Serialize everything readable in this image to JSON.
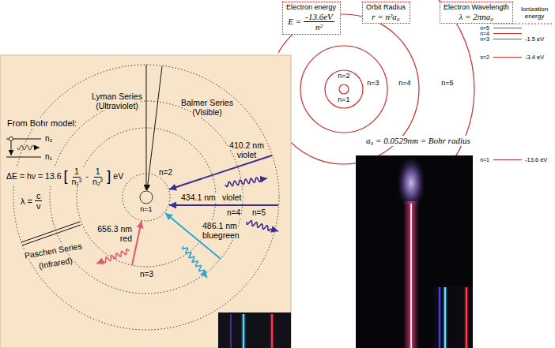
{
  "diagram": {
    "nodes": [
      {
        "text": [
          "Electron energy",
          "E =",
          "-13.6eV",
          "n²"
        ]
      },
      {
        "text": [
          "Orbit Radius",
          "r = n²a₀"
        ]
      },
      {
        "text": [
          "Electron Wavelength",
          "λ = 2πna₀"
        ]
      }
    ],
    "labels": [
      "From Bohr model:",
      "n₂",
      "n₁",
      "ΔE = hν = 13.6",
      "[",
      "1",
      "n₁²",
      "-",
      "1",
      "n₂²",
      "]",
      "eV",
      "λ =",
      "c",
      "ν",
      "Lyman Series",
      "(Ultraviolet)",
      "Balmer Series",
      "(Visible)",
      "410.2 nm",
      "violet",
      "n=2",
      "434.1 nm",
      "violet",
      "n=4",
      "n=5",
      "n=1",
      "656.3 nm",
      "red",
      "486.1 nm",
      "bluegreen",
      "n=3",
      "Paschen Series",
      "(Infrared)",
      "n=2",
      "n=1",
      "n=3",
      "n=4",
      "n=5",
      "n=5",
      "n=4",
      "n=3",
      "Ionization energy",
      "-1.5 eV",
      "n=2",
      "-3.4 eV",
      "a₀ = 0.0529nm = Bohr radius",
      "n=1",
      "-13.6 eV"
    ]
  }
}
